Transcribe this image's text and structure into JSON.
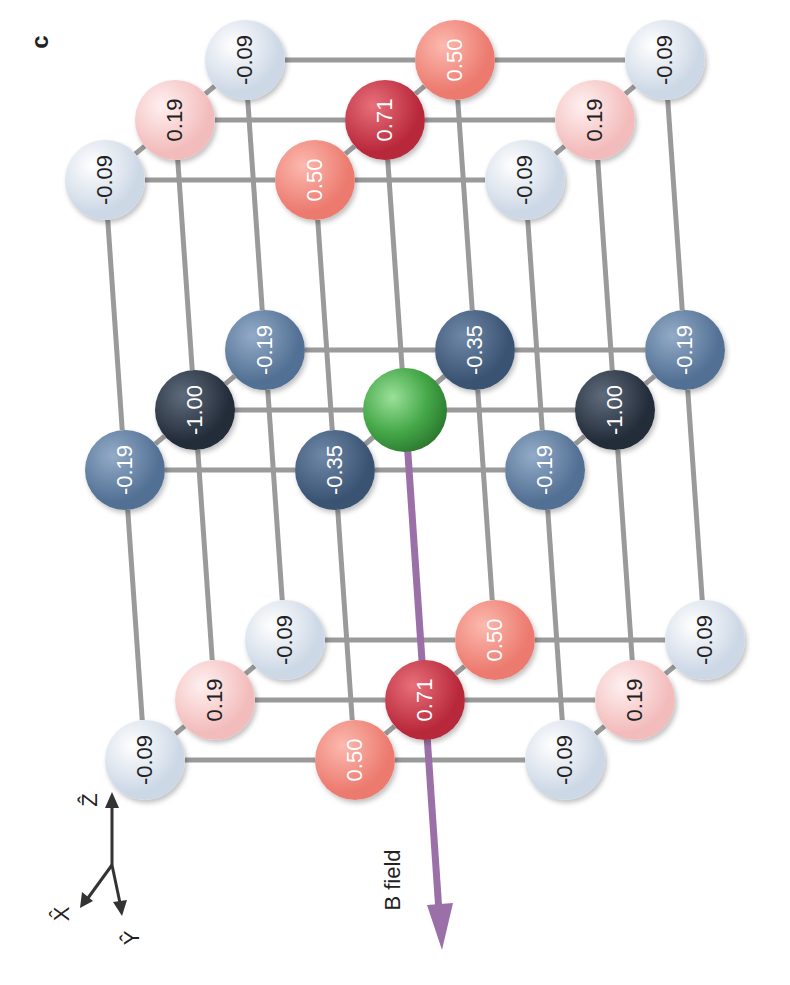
{
  "diagram": {
    "nodes": [
      {
        "text": [
          "-0.09"
        ]
      },
      {
        "text": [
          "0.50"
        ]
      },
      {
        "text": [
          "-0.09"
        ]
      },
      {
        "text": [
          "0.19"
        ]
      },
      {
        "text": [
          "0.71"
        ]
      },
      {
        "text": [
          "0.19"
        ]
      },
      {
        "text": [
          "-0.09"
        ]
      },
      {
        "text": [
          "0.50"
        ]
      },
      {
        "text": [
          "-0.09"
        ]
      },
      {
        "text": [
          "-0.19"
        ]
      },
      {
        "text": [
          "-0.35"
        ]
      },
      {
        "text": [
          "-0.19"
        ]
      },
      {
        "text": [
          "-1.00"
        ]
      },
      {
        "text": [
          "-1.00"
        ]
      },
      {
        "text": [
          "-0.19"
        ]
      },
      {
        "text": [
          "-0.35"
        ]
      },
      {
        "text": [
          "-0.19"
        ]
      },
      {
        "text": [
          "-0.09"
        ]
      },
      {
        "text": [
          "0.50"
        ]
      },
      {
        "text": [
          "-0.09"
        ]
      },
      {
        "text": [
          "0.19"
        ]
      },
      {
        "text": [
          "0.71"
        ]
      },
      {
        "text": [
          "0.19"
        ]
      },
      {
        "text": [
          "-0.09"
        ]
      },
      {
        "text": [
          "0.50"
        ]
      },
      {
        "text": [
          "-0.09"
        ]
      }
    ],
    "edges": [
      {
        "from": 0,
        "to": 1,
        "arrow": "none"
      },
      {
        "from": 1,
        "to": 2,
        "arrow": "none"
      },
      {
        "from": 3,
        "to": 4,
        "arrow": "none"
      },
      {
        "from": 4,
        "to": 5,
        "arrow": "none"
      },
      {
        "from": 6,
        "to": 7,
        "arrow": "none"
      },
      {
        "from": 7,
        "to": 8,
        "arrow": "none"
      },
      {
        "from": 9,
        "to": 10,
        "arrow": "none"
      },
      {
        "from": 10,
        "to": 11,
        "arrow": "none"
      },
      {
        "from": 14,
        "to": 15,
        "arrow": "none"
      },
      {
        "from": 15,
        "to": 16,
        "arrow": "none"
      },
      {
        "from": 17,
        "to": 18,
        "arrow": "none"
      },
      {
        "from": 18,
        "to": 19,
        "arrow": "none"
      },
      {
        "from": 20,
        "to": 21,
        "arrow": "none"
      },
      {
        "from": 21,
        "to": 22,
        "arrow": "none"
      },
      {
        "from": 23,
        "to": 24,
        "arrow": "none"
      },
      {
        "from": 24,
        "to": 25,
        "arrow": "none"
      },
      {
        "from": 0,
        "to": 3,
        "arrow": "none"
      },
      {
        "from": 3,
        "to": 6,
        "arrow": "none"
      },
      {
        "from": 1,
        "to": 4,
        "arrow": "none"
      },
      {
        "from": 4,
        "to": 7,
        "arrow": "none"
      },
      {
        "from": 2,
        "to": 5,
        "arrow": "none"
      },
      {
        "from": 5,
        "to": 8,
        "arrow": "none"
      },
      {
        "from": 9,
        "to": 12,
        "arrow": "none"
      },
      {
        "from": 12,
        "to": 14,
        "arrow": "none"
      },
      {
        "from": 11,
        "to": 13,
        "arrow": "none"
      },
      {
        "from": 13,
        "to": 16,
        "arrow": "none"
      },
      {
        "from": 17,
        "to": 20,
        "arrow": "none"
      },
      {
        "from": 20,
        "to": 23,
        "arrow": "none"
      },
      {
        "from": 18,
        "to": 21,
        "arrow": "none"
      },
      {
        "from": 21,
        "to": 24,
        "arrow": "none"
      },
      {
        "from": 19,
        "to": 22,
        "arrow": "none"
      },
      {
        "from": 22,
        "to": 25,
        "arrow": "none"
      },
      {
        "from": 0,
        "to": 9,
        "arrow": "none"
      },
      {
        "from": 9,
        "to": 17,
        "arrow": "none"
      },
      {
        "from": 1,
        "to": 10,
        "arrow": "none"
      },
      {
        "from": 10,
        "to": 18,
        "arrow": "none"
      },
      {
        "from": 2,
        "to": 11,
        "arrow": "none"
      },
      {
        "from": 11,
        "to": 19,
        "arrow": "none"
      },
      {
        "from": 3,
        "to": 12,
        "arrow": "none"
      },
      {
        "from": 12,
        "to": 20,
        "arrow": "none"
      },
      {
        "from": 5,
        "to": 13,
        "arrow": "none"
      },
      {
        "from": 13,
        "to": 22,
        "arrow": "none"
      },
      {
        "from": 6,
        "to": 14,
        "arrow": "none"
      },
      {
        "from": 14,
        "to": 23,
        "arrow": "none"
      },
      {
        "from": 7,
        "to": 15,
        "arrow": "none"
      },
      {
        "from": 15,
        "to": 24,
        "arrow": "none"
      },
      {
        "from": 8,
        "to": 16,
        "arrow": "none"
      },
      {
        "from": 16,
        "to": 25,
        "arrow": "none"
      }
    ],
    "labels": [
      "c",
      "B field",
      "Ẑ",
      "X̂",
      "Ŷ"
    ]
  }
}
